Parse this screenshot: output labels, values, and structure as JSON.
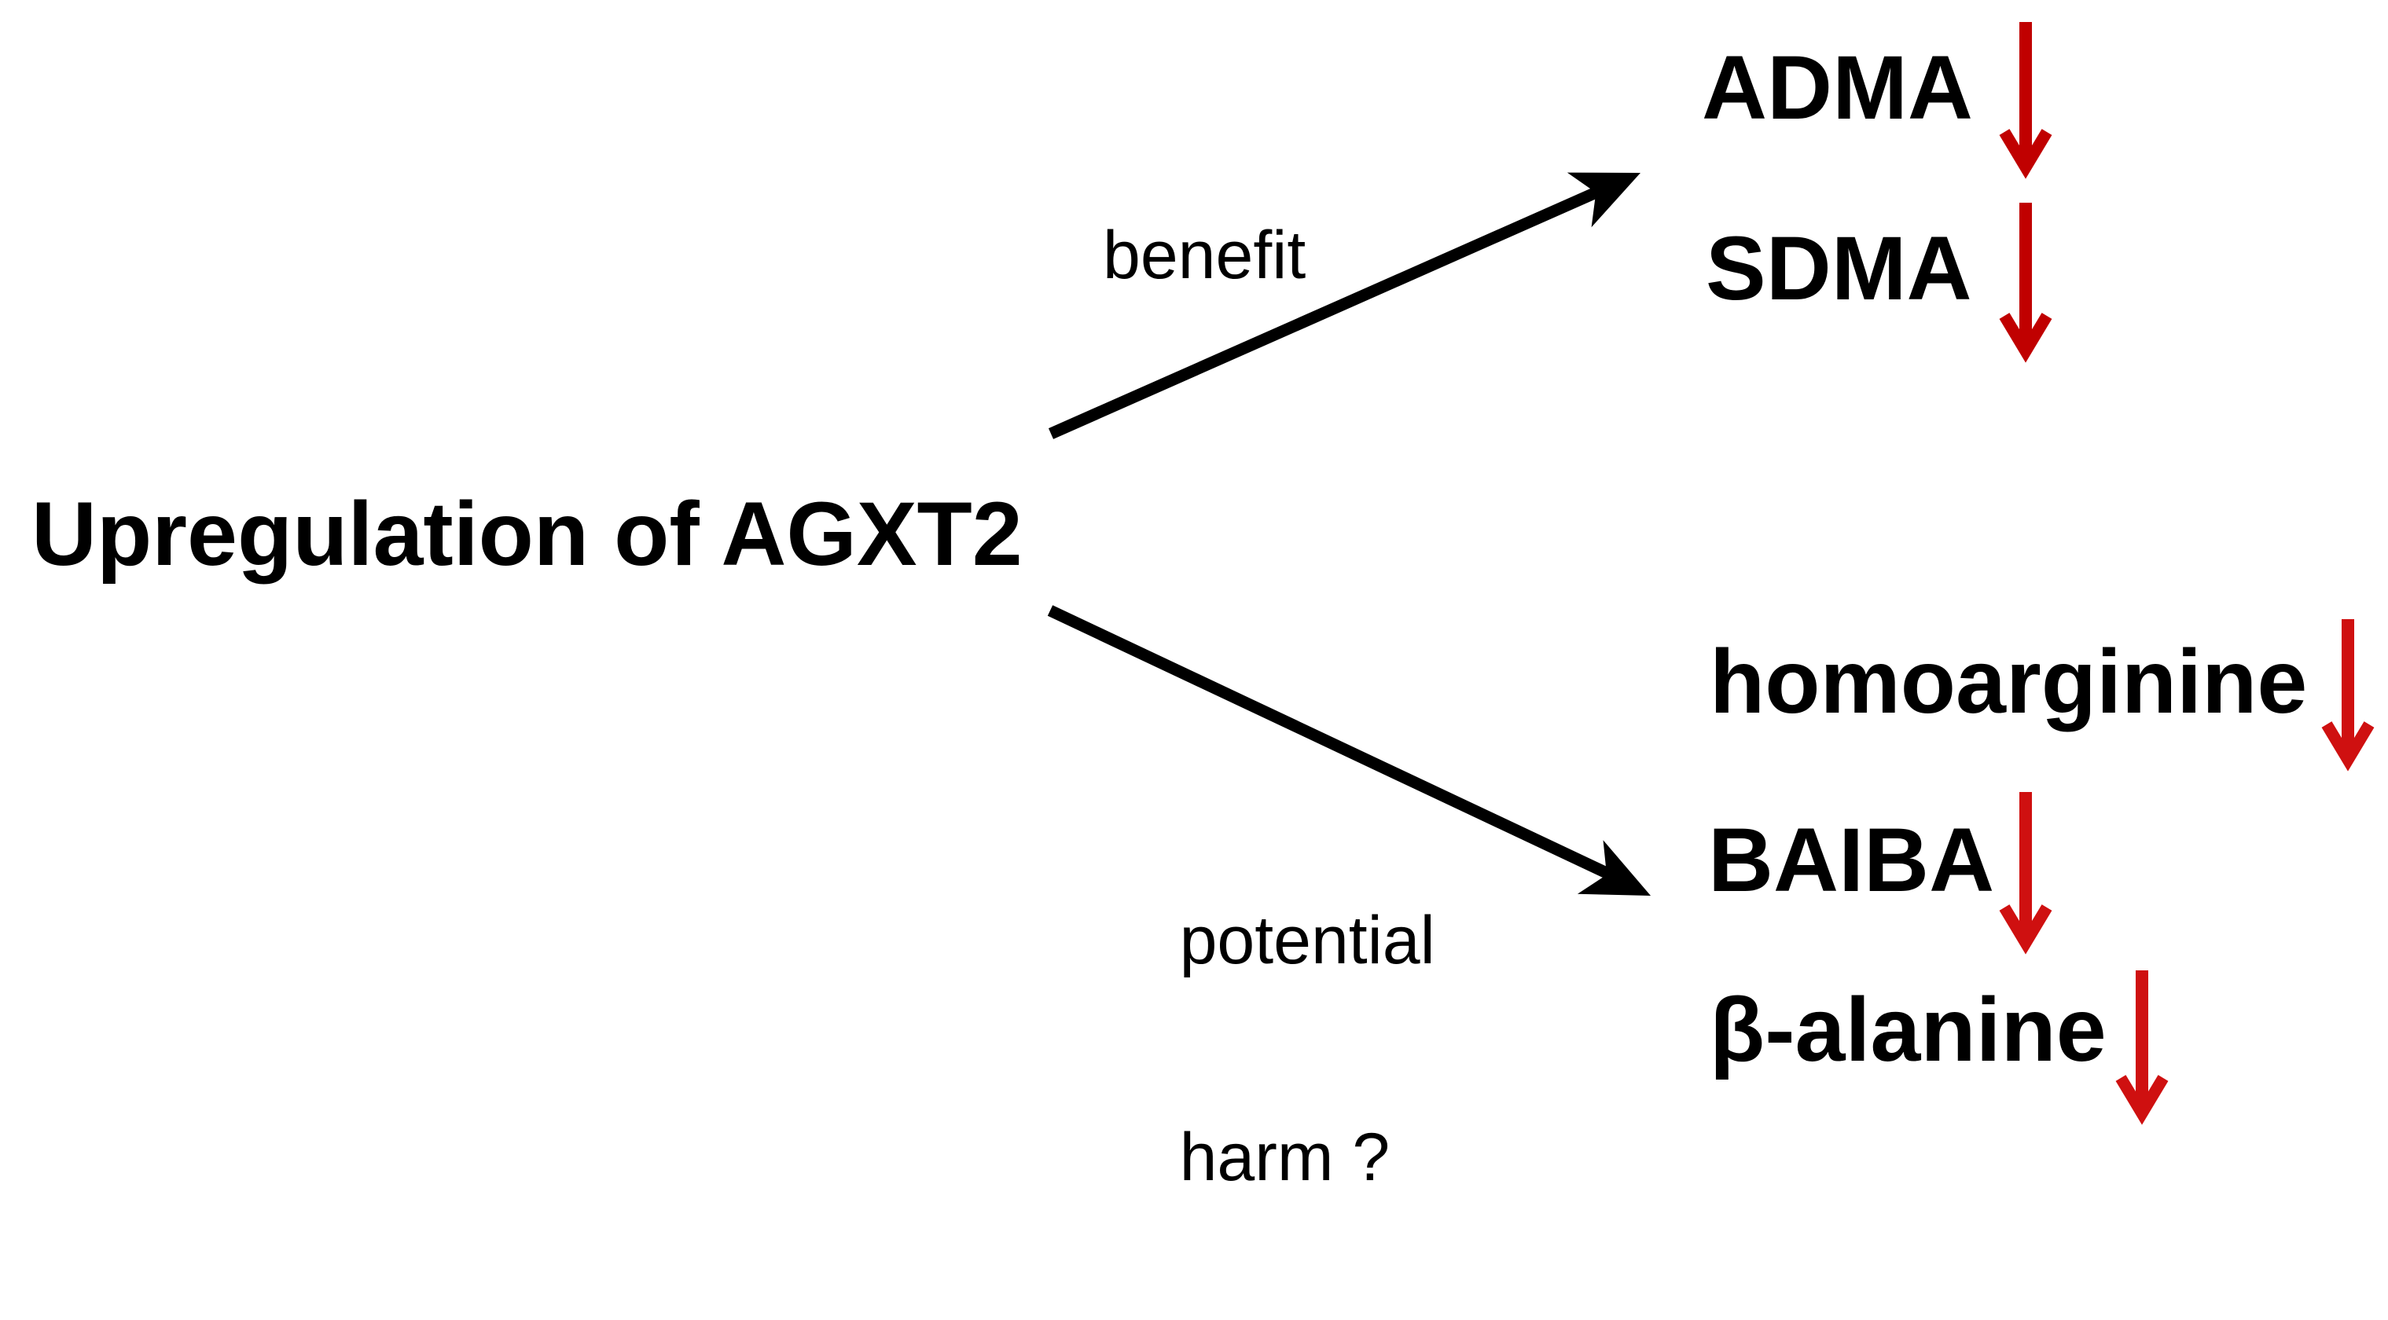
{
  "diagram": {
    "source": {
      "label": "Upregulation of AGXT2"
    },
    "branches": [
      {
        "label": "benefit",
        "targets": [
          {
            "name": "ADMA",
            "change": "decrease"
          },
          {
            "name": "SDMA",
            "change": "decrease"
          }
        ]
      },
      {
        "label_line1": "potential",
        "label_line2": "harm ?",
        "targets": [
          {
            "name": "homoarginine",
            "change": "decrease"
          },
          {
            "name": "BAIBA",
            "change": "decrease"
          },
          {
            "name": "β-alanine",
            "change": "decrease"
          }
        ]
      }
    ],
    "colors": {
      "text": "#000000",
      "black_arrow": "#000000",
      "red_arrow_upper": "#c00000",
      "red_arrow_lower": "#cf1010",
      "background": "#ffffff"
    }
  }
}
